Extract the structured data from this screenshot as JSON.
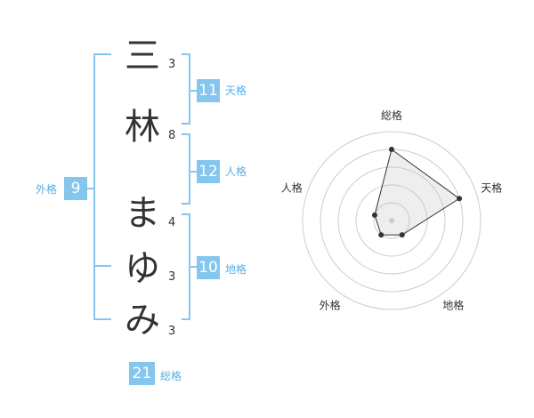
{
  "name_chars": [
    {
      "char": "三",
      "strokes": "3"
    },
    {
      "char": "林",
      "strokes": "8"
    },
    {
      "char": "ま",
      "strokes": "4"
    },
    {
      "char": "ゆ",
      "strokes": "3"
    },
    {
      "char": "み",
      "strokes": "3"
    }
  ],
  "fortunes": {
    "tenkaku": {
      "value": "11",
      "label": "天格"
    },
    "jinkaku": {
      "value": "12",
      "label": "人格"
    },
    "chikaku": {
      "value": "10",
      "label": "地格"
    },
    "gaikaku": {
      "value": "9",
      "label": "外格"
    },
    "soukaku": {
      "value": "21",
      "label": "総格"
    }
  },
  "colors": {
    "accent": "#85c6ee",
    "text": "#333333"
  },
  "chart_data": {
    "type": "radar",
    "axes": [
      "総格",
      "天格",
      "地格",
      "外格",
      "人格"
    ],
    "values": [
      4,
      4,
      1,
      1,
      1
    ],
    "max": 5,
    "rings": 5
  }
}
